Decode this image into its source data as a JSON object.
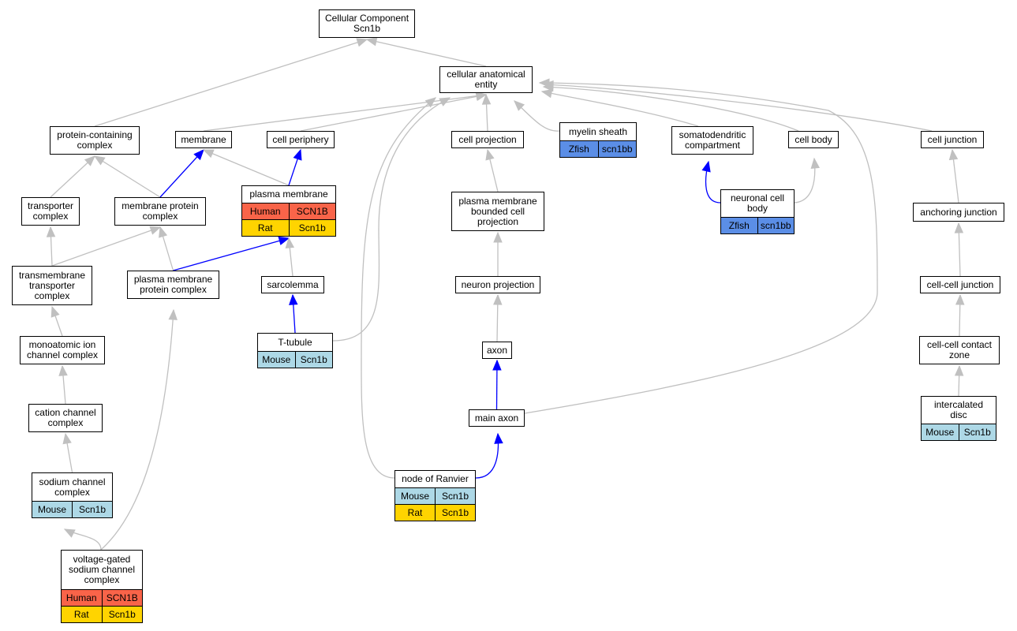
{
  "colors": {
    "human": "#f96449",
    "rat": "#ffd400",
    "mouse": "#add8e6",
    "zfish": "#5b8ee6",
    "edge_default": "#c0c0c0",
    "edge_highlight": "#0000ff"
  },
  "nodes": {
    "root": {
      "label": "Cellular Component\nScn1b"
    },
    "cae": {
      "label": "cellular anatomical\nentity"
    },
    "pcc": {
      "label": "protein-containing\ncomplex"
    },
    "membrane": {
      "label": "membrane"
    },
    "cellperiphery": {
      "label": "cell periphery"
    },
    "cellprojection": {
      "label": "cell projection"
    },
    "myelin": {
      "label": "myelin sheath",
      "species": [
        {
          "org": "Zfish",
          "gene": "scn1bb",
          "color": "zfish"
        }
      ]
    },
    "somato": {
      "label": "somatodendritic\ncompartment"
    },
    "cellbody": {
      "label": "cell body"
    },
    "celljunction": {
      "label": "cell junction"
    },
    "transporter": {
      "label": "transporter\ncomplex"
    },
    "mpc": {
      "label": "membrane protein\ncomplex"
    },
    "plasmamembrane": {
      "label": "plasma membrane",
      "species": [
        {
          "org": "Human",
          "gene": "SCN1B",
          "color": "human"
        },
        {
          "org": "Rat",
          "gene": "Scn1b",
          "color": "rat"
        }
      ]
    },
    "pmbcp": {
      "label": "plasma membrane\nbounded cell\nprojection"
    },
    "ncb": {
      "label": "neuronal cell\nbody",
      "species": [
        {
          "org": "Zfish",
          "gene": "scn1bb",
          "color": "zfish"
        }
      ]
    },
    "anchoring": {
      "label": "anchoring junction"
    },
    "ttc": {
      "label": "transmembrane\ntransporter\ncomplex"
    },
    "pmpc": {
      "label": "plasma membrane\nprotein complex"
    },
    "sarcolemma": {
      "label": "sarcolemma"
    },
    "neuronproj": {
      "label": "neuron projection"
    },
    "ccj": {
      "label": "cell-cell junction"
    },
    "monoatomic": {
      "label": "monoatomic ion\nchannel complex"
    },
    "ttubule": {
      "label": "T-tubule",
      "species": [
        {
          "org": "Mouse",
          "gene": "Scn1b",
          "color": "mouse"
        }
      ]
    },
    "axon": {
      "label": "axon"
    },
    "cccz": {
      "label": "cell-cell contact\nzone"
    },
    "cation": {
      "label": "cation channel\ncomplex"
    },
    "mainaxon": {
      "label": "main axon"
    },
    "intercalated": {
      "label": "intercalated\ndisc",
      "species": [
        {
          "org": "Mouse",
          "gene": "Scn1b",
          "color": "mouse"
        }
      ]
    },
    "sodium": {
      "label": "sodium channel\ncomplex",
      "species": [
        {
          "org": "Mouse",
          "gene": "Scn1b",
          "color": "mouse"
        }
      ]
    },
    "ranvier": {
      "label": "node of Ranvier",
      "species": [
        {
          "org": "Mouse",
          "gene": "Scn1b",
          "color": "mouse"
        },
        {
          "org": "Rat",
          "gene": "Scn1b",
          "color": "rat"
        }
      ]
    },
    "vgsc": {
      "label": "voltage-gated\nsodium channel\ncomplex",
      "species": [
        {
          "org": "Human",
          "gene": "SCN1B",
          "color": "human"
        },
        {
          "org": "Rat",
          "gene": "Scn1b",
          "color": "rat"
        }
      ]
    }
  },
  "edges": [
    {
      "from": "cae",
      "to": "root",
      "highlight": false
    },
    {
      "from": "pcc",
      "to": "root",
      "highlight": false
    },
    {
      "from": "membrane",
      "to": "cae",
      "highlight": false
    },
    {
      "from": "cellperiphery",
      "to": "cae",
      "highlight": false
    },
    {
      "from": "cellprojection",
      "to": "cae",
      "highlight": false
    },
    {
      "from": "myelin",
      "to": "cae",
      "highlight": false
    },
    {
      "from": "somato",
      "to": "cae",
      "highlight": false
    },
    {
      "from": "cellbody",
      "to": "cae",
      "highlight": false
    },
    {
      "from": "celljunction",
      "to": "cae",
      "highlight": false
    },
    {
      "from": "ttubule",
      "to": "cae",
      "highlight": false
    },
    {
      "from": "ranvier",
      "to": "cae",
      "highlight": false
    },
    {
      "from": "mainaxon",
      "to": "cae",
      "highlight": false
    },
    {
      "from": "transporter",
      "to": "pcc",
      "highlight": false
    },
    {
      "from": "mpc",
      "to": "pcc",
      "highlight": false
    },
    {
      "from": "mpc",
      "to": "membrane",
      "highlight": true
    },
    {
      "from": "plasmamembrane",
      "to": "membrane",
      "highlight": false
    },
    {
      "from": "plasmamembrane",
      "to": "cellperiphery",
      "highlight": true
    },
    {
      "from": "pmbcp",
      "to": "cellprojection",
      "highlight": false
    },
    {
      "from": "ncb",
      "to": "somato",
      "highlight": true
    },
    {
      "from": "ncb",
      "to": "cellbody",
      "highlight": false
    },
    {
      "from": "anchoring",
      "to": "celljunction",
      "highlight": false
    },
    {
      "from": "ttc",
      "to": "transporter",
      "highlight": false
    },
    {
      "from": "ttc",
      "to": "mpc",
      "highlight": false
    },
    {
      "from": "pmpc",
      "to": "mpc",
      "highlight": false
    },
    {
      "from": "pmpc",
      "to": "plasmamembrane",
      "highlight": true
    },
    {
      "from": "sarcolemma",
      "to": "plasmamembrane",
      "highlight": false
    },
    {
      "from": "neuronproj",
      "to": "pmbcp",
      "highlight": false
    },
    {
      "from": "ccj",
      "to": "anchoring",
      "highlight": false
    },
    {
      "from": "monoatomic",
      "to": "ttc",
      "highlight": false
    },
    {
      "from": "ttubule",
      "to": "sarcolemma",
      "highlight": true
    },
    {
      "from": "axon",
      "to": "neuronproj",
      "highlight": false
    },
    {
      "from": "cccz",
      "to": "ccj",
      "highlight": false
    },
    {
      "from": "cation",
      "to": "monoatomic",
      "highlight": false
    },
    {
      "from": "mainaxon",
      "to": "axon",
      "highlight": true
    },
    {
      "from": "intercalated",
      "to": "cccz",
      "highlight": false
    },
    {
      "from": "sodium",
      "to": "cation",
      "highlight": false
    },
    {
      "from": "ranvier",
      "to": "mainaxon",
      "highlight": true
    },
    {
      "from": "vgsc",
      "to": "sodium",
      "highlight": false
    },
    {
      "from": "vgsc",
      "to": "pmpc",
      "highlight": false
    }
  ]
}
